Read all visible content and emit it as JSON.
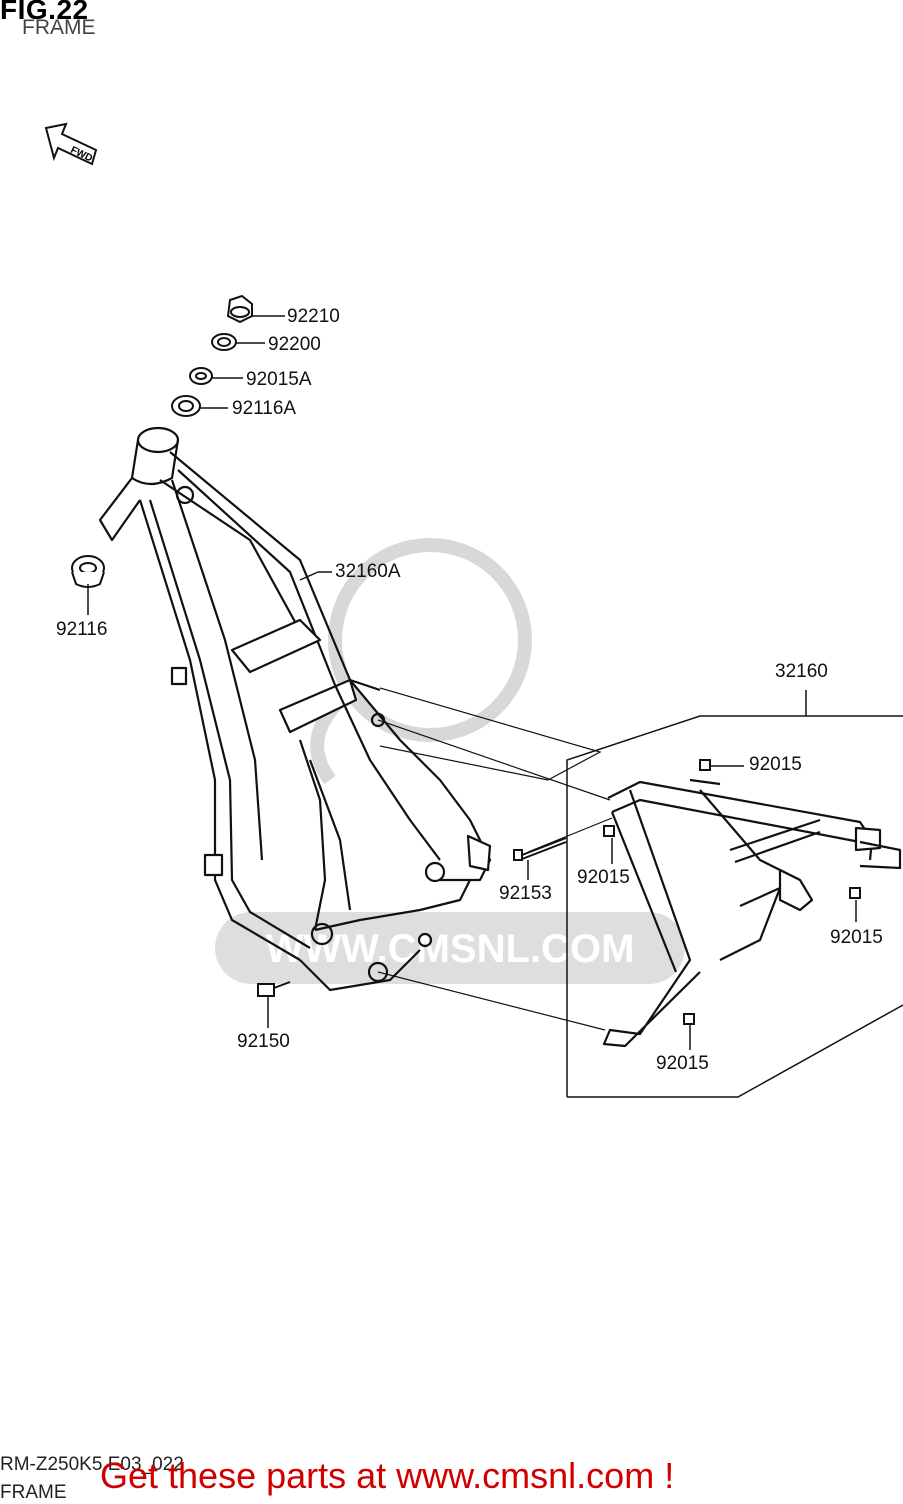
{
  "header": {
    "title": "FIG.22",
    "subtitle": "FRAME"
  },
  "direction_badge": "FWD",
  "watermark": "WWW.CMSNL.COM",
  "callouts": {
    "c92210": "92210",
    "c92200": "92200",
    "c92015A": "92015A",
    "c92116A": "92116A",
    "c32160A": "32160A",
    "c92116": "92116",
    "c32160": "32160",
    "c92015_top": "92015",
    "c92015_mid": "92015",
    "c92153": "92153",
    "c92015_right": "92015",
    "c92150": "92150",
    "c92015_bottom": "92015"
  },
  "footer": {
    "code": "RM-Z250K5 E03_022",
    "frame": "FRAME",
    "promo": "Get these parts at www.cmsnl.com !"
  },
  "colors": {
    "line": "#111111",
    "watermark": "#d4d4d4",
    "promo": "#d00000"
  }
}
